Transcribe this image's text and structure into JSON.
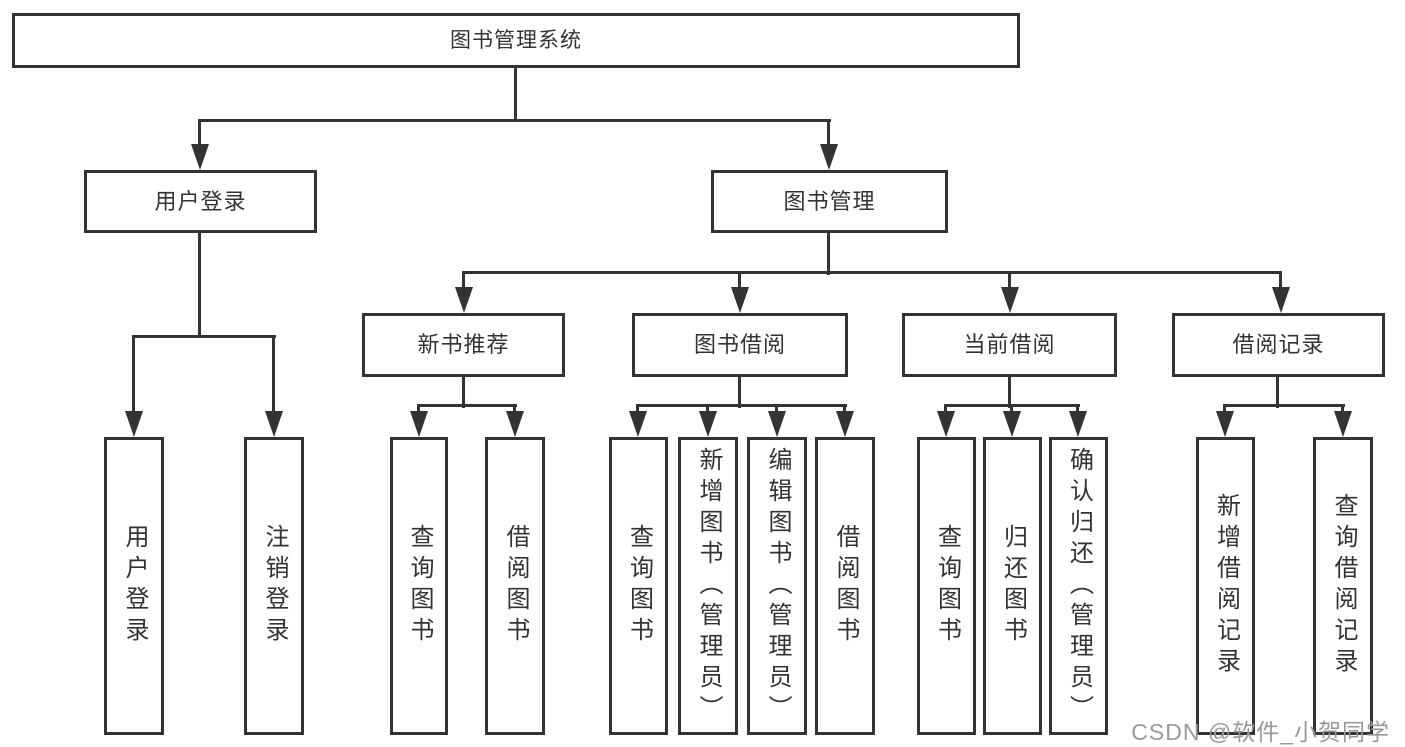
{
  "diagram": {
    "root": {
      "label": "图书管理系统",
      "children": [
        {
          "label": "用户登录",
          "children": [
            {
              "label": "用户登录"
            },
            {
              "label": "注销登录"
            }
          ]
        },
        {
          "label": "图书管理",
          "children": [
            {
              "label": "新书推荐",
              "children": [
                {
                  "label": "查询图书"
                },
                {
                  "label": "借阅图书"
                }
              ]
            },
            {
              "label": "图书借阅",
              "children": [
                {
                  "label": "查询图书"
                },
                {
                  "label": "新增图书（管理员）"
                },
                {
                  "label": "编辑图书（管理员）"
                },
                {
                  "label": "借阅图书"
                }
              ]
            },
            {
              "label": "当前借阅",
              "children": [
                {
                  "label": "查询图书"
                },
                {
                  "label": "归还图书"
                },
                {
                  "label": "确认归还（管理员）"
                }
              ]
            },
            {
              "label": "借阅记录",
              "children": [
                {
                  "label": "新增借阅记录"
                },
                {
                  "label": "查询借阅记录"
                }
              ]
            }
          ]
        }
      ]
    }
  },
  "watermark": {
    "text": "CSDN @软件_小贺同学"
  },
  "colors": {
    "line": "#333333",
    "box_border": "#333333",
    "text": "#333333",
    "watermark": "#999999",
    "background": "#ffffff"
  }
}
